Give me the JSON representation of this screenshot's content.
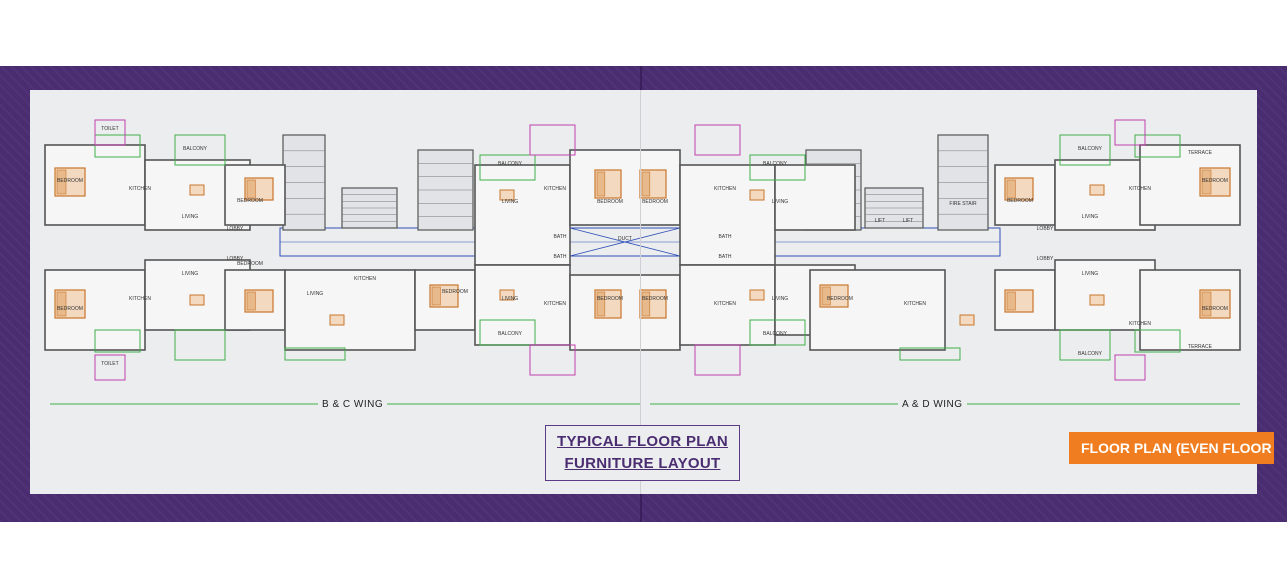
{
  "plan": {
    "title_line1": "TYPICAL  FLOOR  PLAN",
    "title_line2": "FURNITURE LAYOUT",
    "badge": "FLOOR    PLAN (EVEN FLOOR",
    "wing_left": "B & C WING",
    "wing_right": "A & D WING"
  },
  "rooms": {
    "bedroom": "BEDROOM",
    "kitchen": "KITCHEN",
    "living": "LIVING",
    "balcony": "BALCONY",
    "toilet": "TOILET",
    "lobby": "LOBBY",
    "bath": "BATH",
    "duct": "DUCT",
    "lift": "LIFT",
    "terrace": "TERRACE",
    "fire_stair": "FIRE STAIR"
  },
  "colors": {
    "band": "#4a2c71",
    "sheet": "#ecedee",
    "wall": "#555555",
    "furniture": "#c8762c",
    "balcony_outline": "#3fae49",
    "toilet_outline": "#c03fae",
    "corridor": "#2e4fb8",
    "badge": "#f07d1f"
  }
}
